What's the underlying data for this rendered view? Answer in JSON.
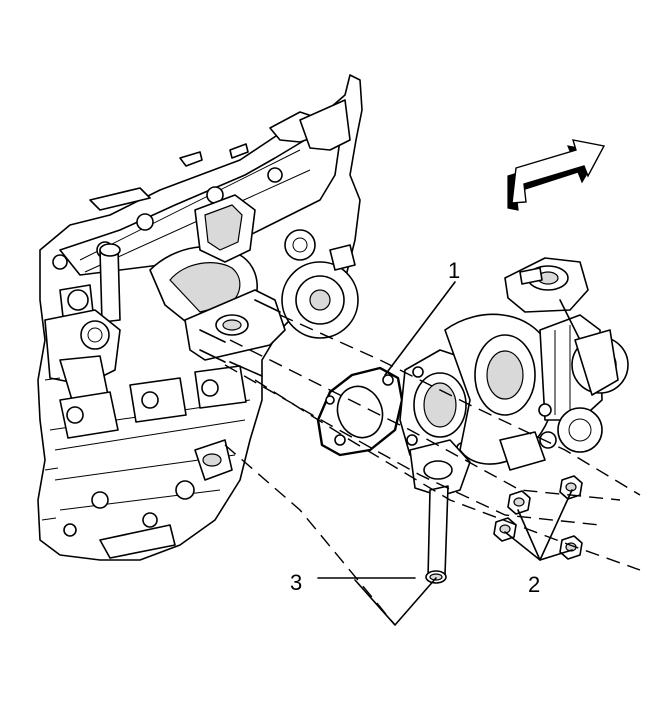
{
  "callouts": [
    {
      "id": "1",
      "text": "1"
    },
    {
      "id": "2",
      "text": "2"
    },
    {
      "id": "3",
      "text": "3"
    }
  ],
  "icons": {
    "direction_arrow": "front-direction-arrow-icon"
  },
  "colors": {
    "ink": "#000000",
    "shade": "#d9d9d9",
    "background": "#ffffff"
  }
}
